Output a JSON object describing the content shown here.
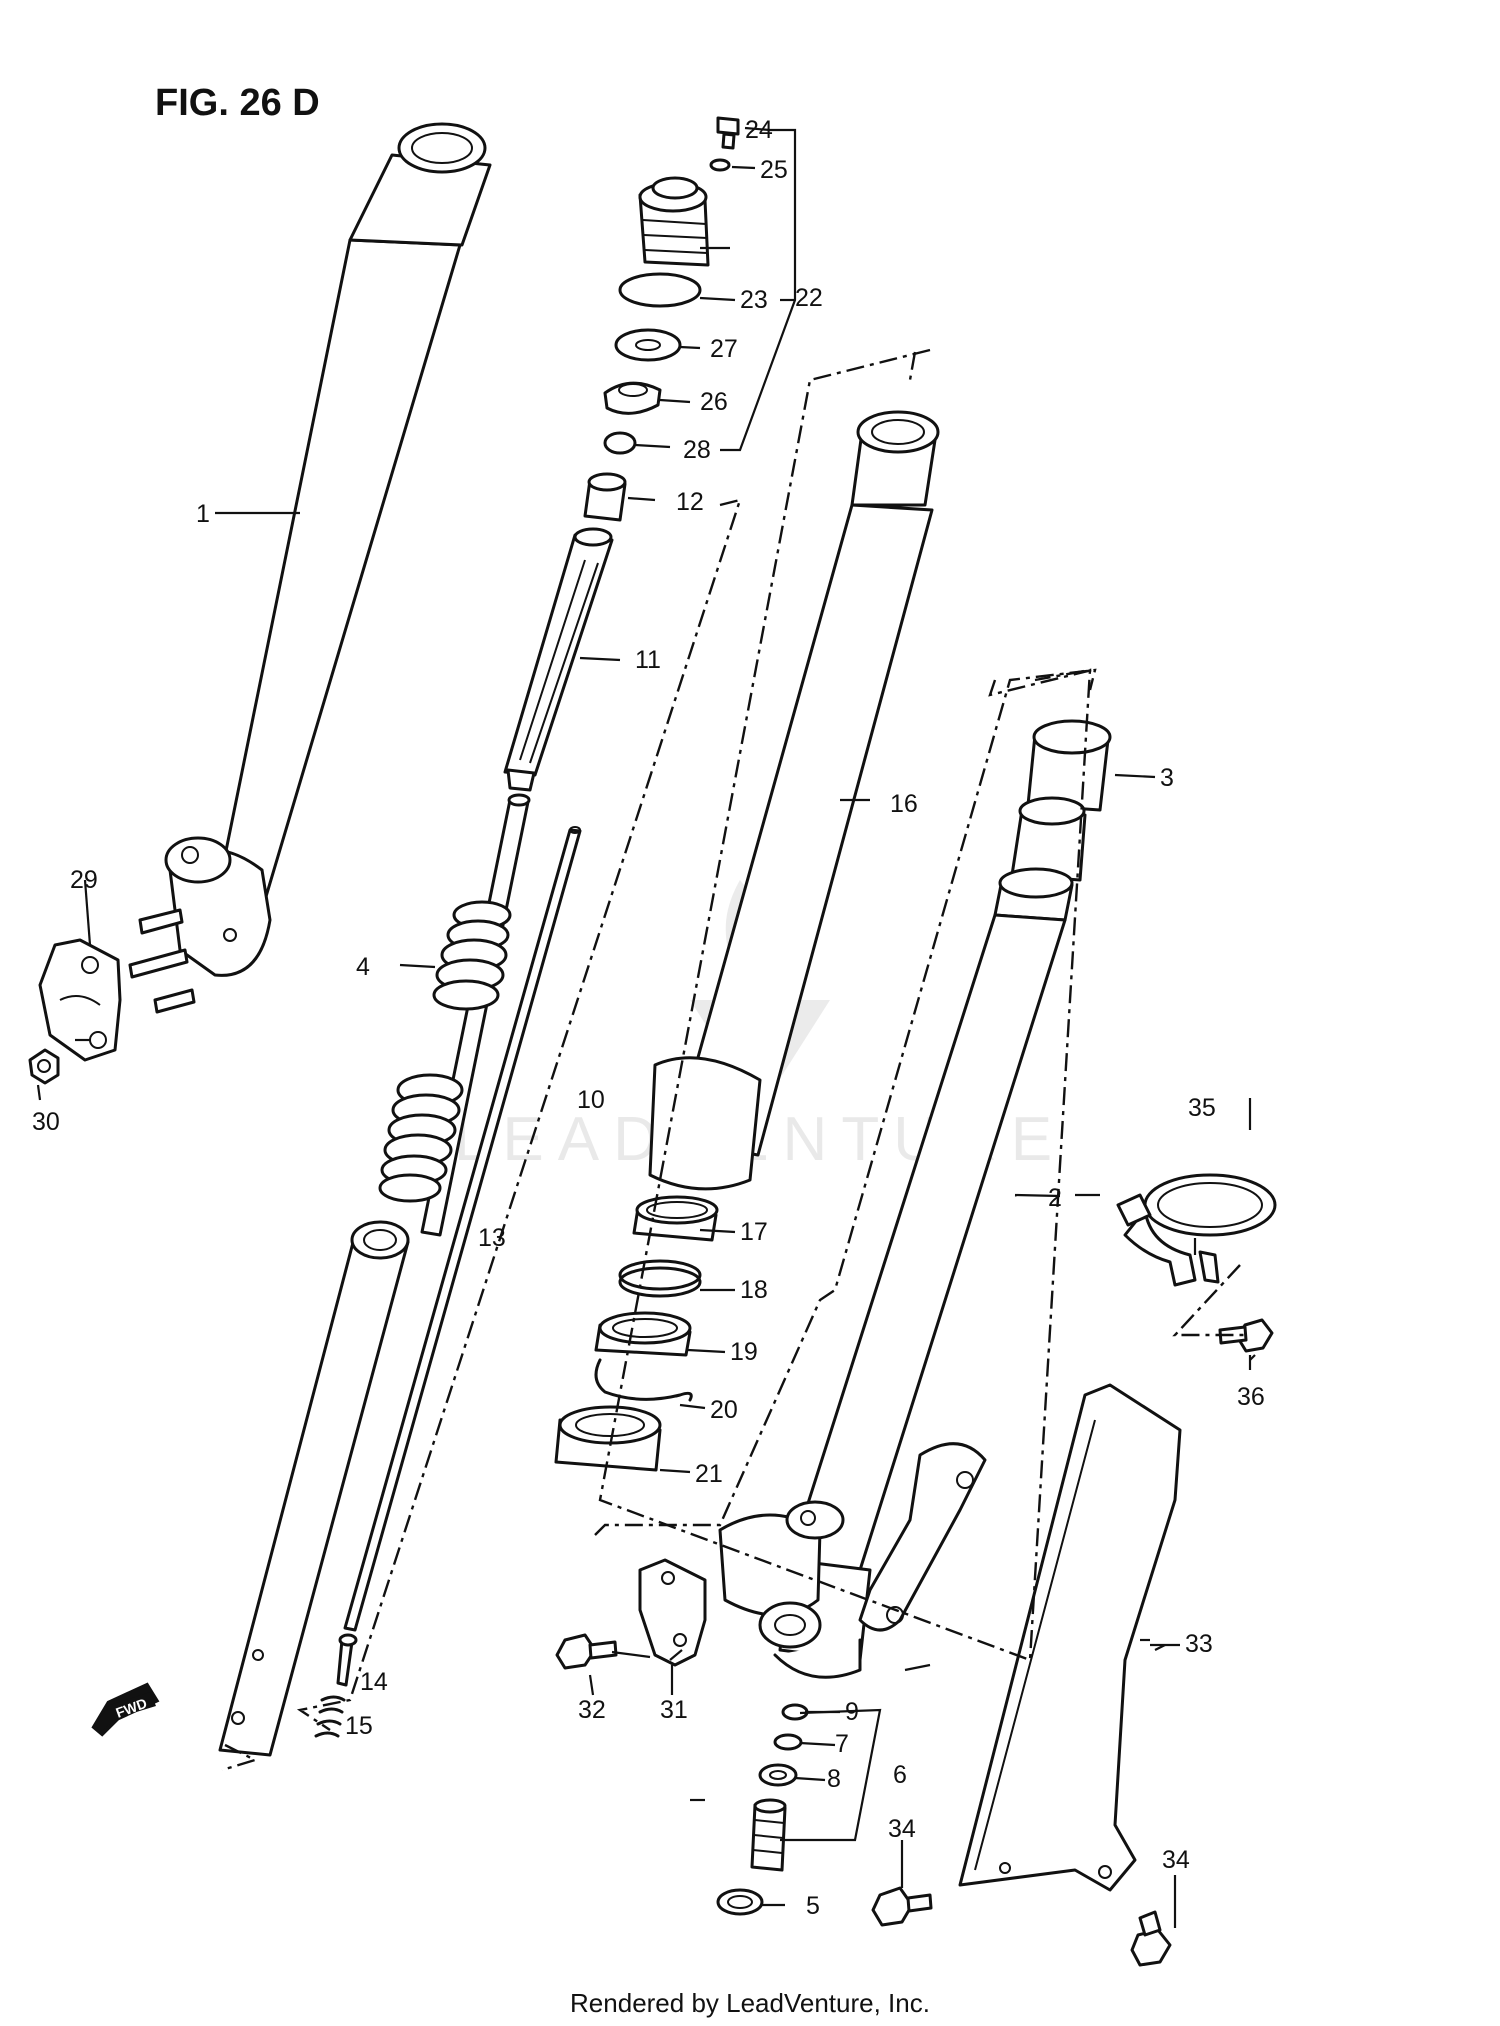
{
  "figure": {
    "title": "FIG. 26 D"
  },
  "watermark": {
    "text": "LEADVENTURE"
  },
  "footer": {
    "text": "Rendered by LeadVenture, Inc."
  },
  "fwd_badge": {
    "text": "FWD"
  },
  "callouts": [
    {
      "id": "c1",
      "label": "1"
    },
    {
      "id": "c2",
      "label": "2"
    },
    {
      "id": "c3",
      "label": "3"
    },
    {
      "id": "c4",
      "label": "4"
    },
    {
      "id": "c5",
      "label": "5"
    },
    {
      "id": "c6",
      "label": "6"
    },
    {
      "id": "c7",
      "label": "7"
    },
    {
      "id": "c8",
      "label": "8"
    },
    {
      "id": "c9",
      "label": "9"
    },
    {
      "id": "c10",
      "label": "10"
    },
    {
      "id": "c11",
      "label": "11"
    },
    {
      "id": "c12",
      "label": "12"
    },
    {
      "id": "c13",
      "label": "13"
    },
    {
      "id": "c14",
      "label": "14"
    },
    {
      "id": "c15",
      "label": "15"
    },
    {
      "id": "c16",
      "label": "16"
    },
    {
      "id": "c17",
      "label": "17"
    },
    {
      "id": "c18",
      "label": "18"
    },
    {
      "id": "c19",
      "label": "19"
    },
    {
      "id": "c20",
      "label": "20"
    },
    {
      "id": "c21",
      "label": "21"
    },
    {
      "id": "c22",
      "label": "22"
    },
    {
      "id": "c23",
      "label": "23"
    },
    {
      "id": "c24",
      "label": "24"
    },
    {
      "id": "c25",
      "label": "25"
    },
    {
      "id": "c26",
      "label": "26"
    },
    {
      "id": "c27",
      "label": "27"
    },
    {
      "id": "c28",
      "label": "28"
    },
    {
      "id": "c29",
      "label": "29"
    },
    {
      "id": "c30",
      "label": "30"
    },
    {
      "id": "c31",
      "label": "31"
    },
    {
      "id": "c32",
      "label": "32"
    },
    {
      "id": "c33",
      "label": "33"
    },
    {
      "id": "c34a",
      "label": "34"
    },
    {
      "id": "c34b",
      "label": "34"
    },
    {
      "id": "c35",
      "label": "35"
    },
    {
      "id": "c36",
      "label": "36"
    }
  ]
}
